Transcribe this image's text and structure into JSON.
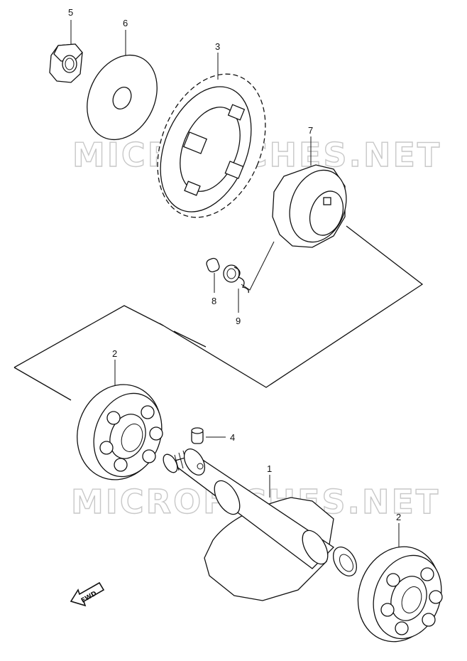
{
  "watermarks": [
    "MICROFICHES.NET",
    "MICROFICHES.NET"
  ],
  "callouts": [
    {
      "id": "5",
      "label": "5"
    },
    {
      "id": "6",
      "label": "6"
    },
    {
      "id": "3",
      "label": "3"
    },
    {
      "id": "7",
      "label": "7"
    },
    {
      "id": "8",
      "label": "8"
    },
    {
      "id": "9",
      "label": "9"
    },
    {
      "id": "2a",
      "label": "2"
    },
    {
      "id": "4",
      "label": "4"
    },
    {
      "id": "1",
      "label": "1"
    },
    {
      "id": "2b",
      "label": "2"
    }
  ],
  "direction_arrow": {
    "label": "FWD"
  }
}
